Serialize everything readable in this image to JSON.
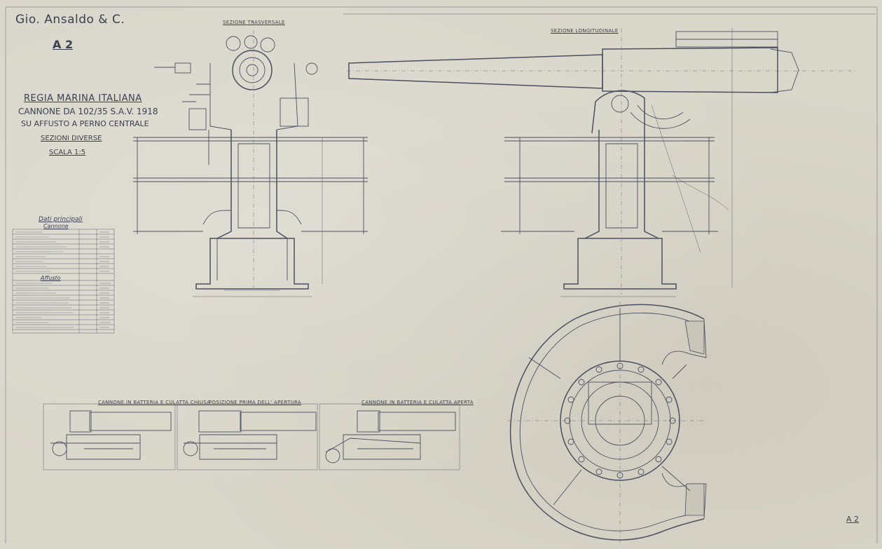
{
  "header": {
    "company": "Gio. Ansaldo & C.",
    "sheet_number": "A 2"
  },
  "title_block": {
    "line1": "REGIA MARINA ITALIANA",
    "line2": "CANNONE DA 102/35 S.A.V. 1918",
    "line3": "SU AFFUSTO A PERNO CENTRALE",
    "line4": "SEZIONI DIVERSE",
    "line5": "SCALA 1:5"
  },
  "data_table": {
    "heading": "Dati principali",
    "section_gun": "Cannone",
    "section_mount": "Affusto"
  },
  "section_labels": {
    "transverse": "SEZIONE TRASVERSALE",
    "longitudinal": "SEZIONE LONGITUDINALE",
    "breech_closed": "CANNONE IN BATTERIA E CULATTA CHIUSA",
    "before_opening": "POSIZIONE PRIMA DELL' APERTURA",
    "breech_open": "CANNONE IN BATTERIA E CULATTA APERTA"
  },
  "footer": {
    "sheet_number": "A 2"
  }
}
